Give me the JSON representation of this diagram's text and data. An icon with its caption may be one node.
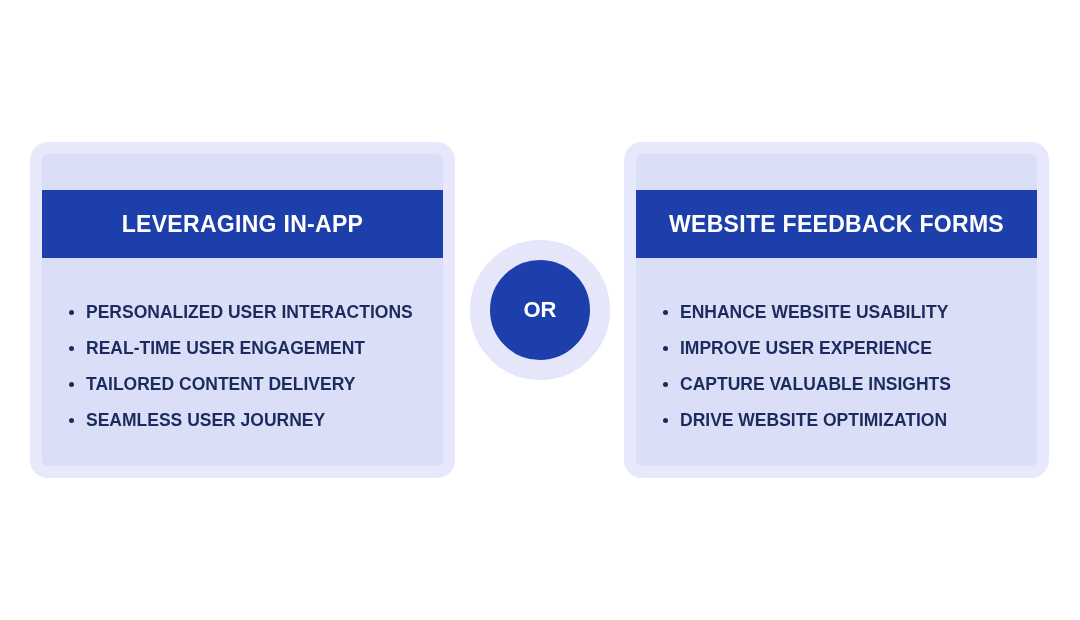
{
  "diagram": {
    "nodes": [
      {
        "text": [
          "LEVERAGING IN-APP",
          "PERSONALIZED USER INTERACTIONS",
          "REAL-TIME USER ENGAGEMENT",
          "TAILORED CONTENT DELIVERY",
          "SEAMLESS USER JOURNEY"
        ]
      },
      {
        "text": [
          "OR"
        ]
      },
      {
        "text": [
          "WEBSITE FEEDBACK FORMS",
          "ENHANCE WEBSITE USABILITY",
          "IMPROVE USER EXPERIENCE",
          "CAPTURE VALUABLE INSIGHTS",
          "DRIVE WEBSITE OPTIMIZATION"
        ]
      }
    ]
  }
}
